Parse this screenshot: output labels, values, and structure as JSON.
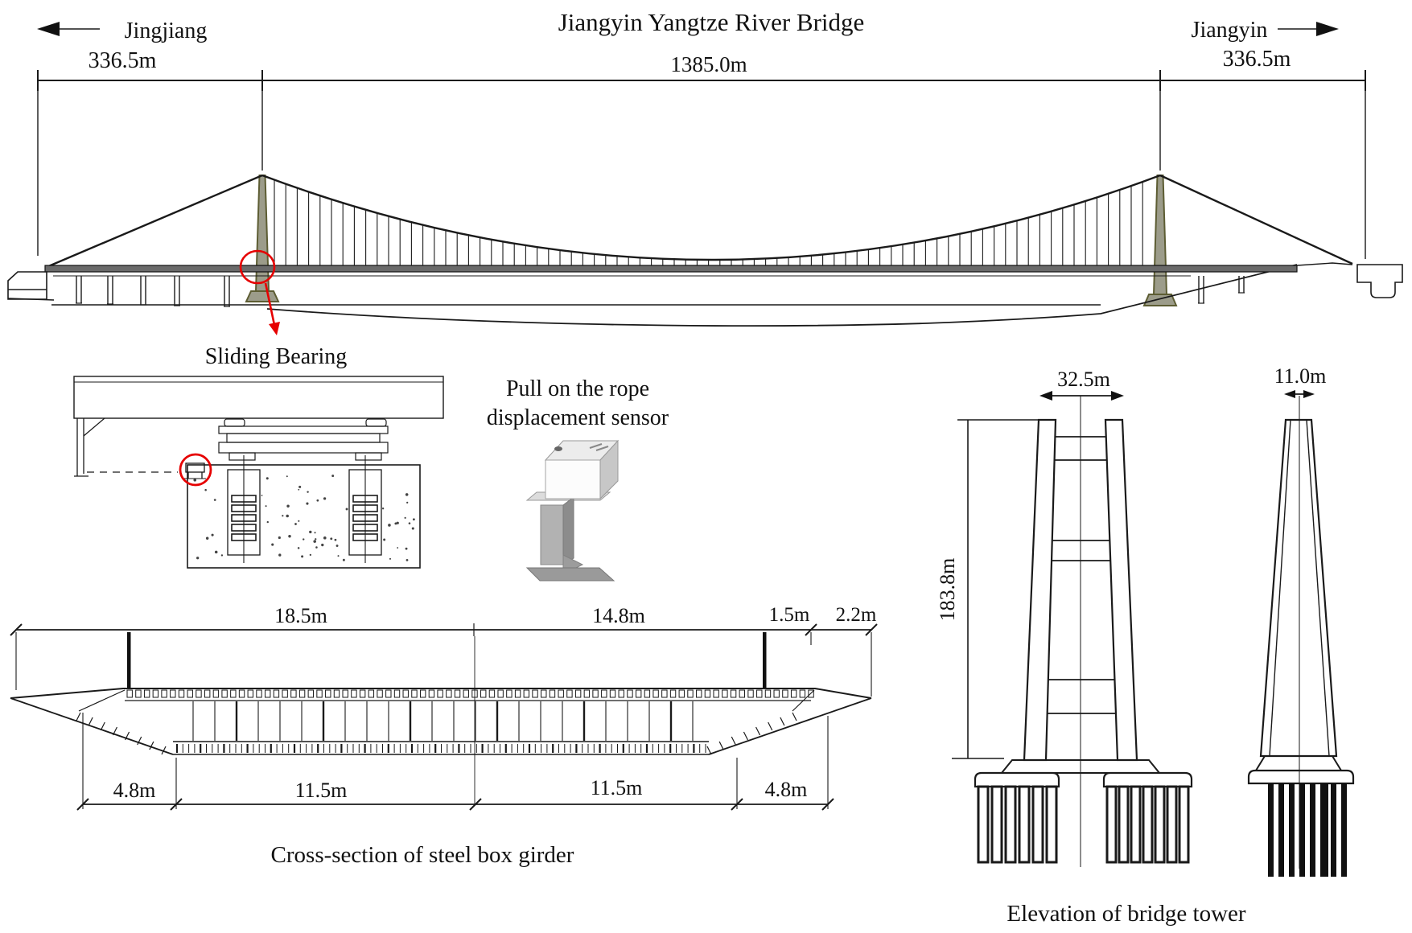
{
  "figure_title": "Jiangyin Yangtze River Bridge",
  "elevation": {
    "left_direction": "Jingjiang",
    "left_span": "336.5m",
    "main_span": "1385.0m",
    "right_direction": "Jiangyin",
    "right_span": "336.5m",
    "bearing_callout": "Sliding Bearing"
  },
  "sensor": {
    "line1": "Pull on the rope",
    "line2": "displacement sensor"
  },
  "cross_section": {
    "caption": "Cross-section of steel box girder",
    "top_dims": [
      "18.5m",
      "14.8m",
      "1.5m",
      "2.2m"
    ],
    "bottom_dims": [
      "4.8m",
      "11.5m",
      "11.5m",
      "4.8m"
    ]
  },
  "tower": {
    "caption": "Elevation of bridge tower",
    "height": "183.8m",
    "front_width": "32.5m",
    "side_width": "11.0m"
  },
  "colors": {
    "annotation_red": "#e60000",
    "tower_fill": "#9c9c8a",
    "tower_stroke": "#5d5d33",
    "deck_gray": "#6a6a6a",
    "line_black": "#1a1a1a"
  }
}
